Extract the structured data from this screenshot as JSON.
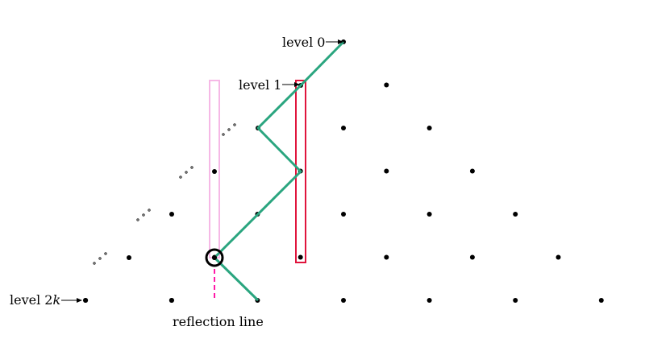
{
  "labels": {
    "level0": "level 0",
    "level1": "level 1",
    "level2k_prefix": "level 2",
    "level2k_var": "k",
    "reflection": "reflection line"
  },
  "colors": {
    "path": "#2aa57f",
    "highlight_box": "#e0143c",
    "reflection_box": "#f6b8e6",
    "reflection_line": "#ff1aa8",
    "dot": "#000000"
  },
  "lattice": {
    "levels": 7,
    "description_rows": [
      1,
      2,
      3,
      4,
      5,
      6,
      7
    ]
  },
  "path": {
    "vertex_labels": [
      "level 0",
      "level 1",
      "",
      "",
      "",
      "",
      "level 2k"
    ],
    "steps": [
      "down-left",
      "down-left",
      "down-right",
      "down-left",
      "down-left",
      "down-right"
    ]
  }
}
